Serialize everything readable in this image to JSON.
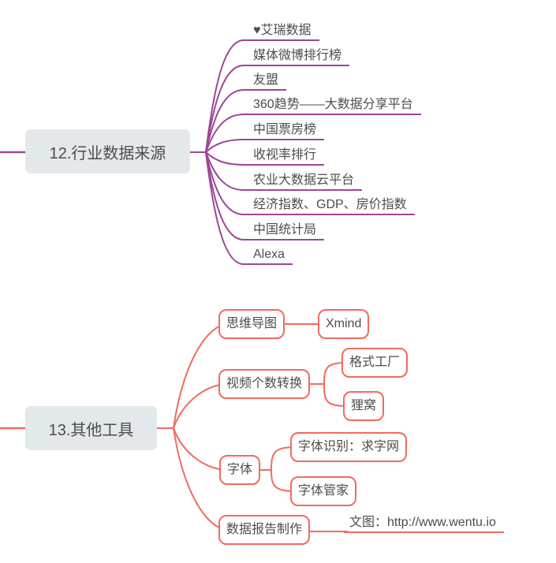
{
  "colors": {
    "branch12_line": "#9c4797",
    "branch13_line": "#f26a5e",
    "root_node_bg": "#e3e8ea",
    "text": "#4c4c4c"
  },
  "map": {
    "branches": [
      {
        "label": "12.行业数据来源",
        "children": [
          {
            "label": "♥艾瑞数据"
          },
          {
            "label": "媒体微博排行榜"
          },
          {
            "label": "友盟"
          },
          {
            "label": "360趋势——大数据分享平台"
          },
          {
            "label": "中国票房榜"
          },
          {
            "label": "收视率排行"
          },
          {
            "label": "农业大数据云平台"
          },
          {
            "label": "经济指数、GDP、房价指数"
          },
          {
            "label": "中国统计局"
          },
          {
            "label": "Alexa"
          }
        ]
      },
      {
        "label": "13.其他工具",
        "children": [
          {
            "label": "思维导图",
            "children": [
              {
                "label": "Xmind"
              }
            ]
          },
          {
            "label": "视频个数转换",
            "children": [
              {
                "label": "格式工厂"
              },
              {
                "label": "狸窝"
              }
            ]
          },
          {
            "label": "字体",
            "children": [
              {
                "label": "字体识别：求字网"
              },
              {
                "label": "字体管家"
              }
            ]
          },
          {
            "label": "数据报告制作",
            "children": [
              {
                "label": "文图：http://www.wentu.io"
              }
            ]
          }
        ]
      }
    ]
  }
}
